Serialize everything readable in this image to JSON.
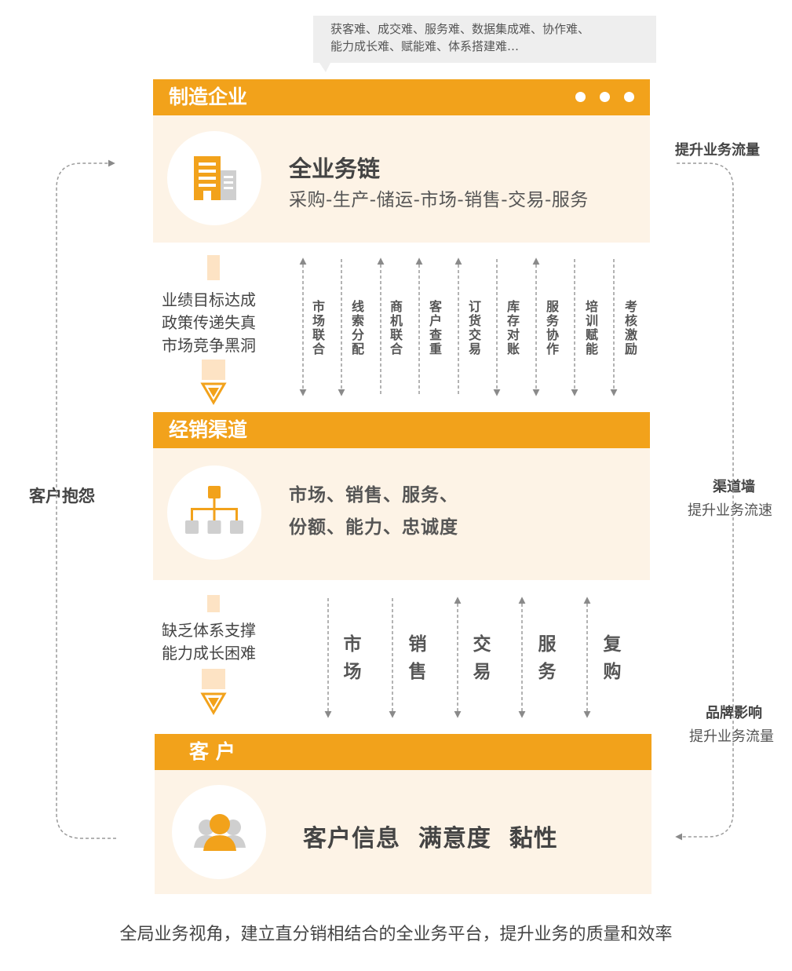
{
  "bubble": {
    "line1": "获客难、成交难、服务难、数据集成难、协作难、",
    "line2": "能力成长难、赋能难、体系搭建难…"
  },
  "manufacturer": {
    "header": "制造企业",
    "title": "全业务链",
    "subtitle": "采购-生产-储运-市场-销售-交易-服务",
    "icon": "building-icon"
  },
  "upper_link": {
    "problems": [
      "业绩目标达成",
      "政策传递失真",
      "市场竞争黑洞"
    ],
    "flows": [
      {
        "label": "市场联合",
        "direction": "both"
      },
      {
        "label": "线索分配",
        "direction": "down"
      },
      {
        "label": "商机联合",
        "direction": "up"
      },
      {
        "label": "客户查重",
        "direction": "up"
      },
      {
        "label": "订货交易",
        "direction": "up"
      },
      {
        "label": "库存对账",
        "direction": "down"
      },
      {
        "label": "服务协作",
        "direction": "both"
      },
      {
        "label": "培训赋能",
        "direction": "down"
      },
      {
        "label": "考核激励",
        "direction": "down"
      }
    ]
  },
  "channel": {
    "header": "经销渠道",
    "line1": "市场、销售、服务、",
    "line2": "份额、能力、忠诚度",
    "icon": "org-chart-icon"
  },
  "lower_link": {
    "problems": [
      "缺乏体系支撑",
      "能力成长困难"
    ],
    "flows": [
      {
        "label": "市场",
        "direction": "down"
      },
      {
        "label": "销售",
        "direction": "down"
      },
      {
        "label": "交易",
        "direction": "both"
      },
      {
        "label": "服务",
        "direction": "both"
      },
      {
        "label": "复购",
        "direction": "both"
      }
    ]
  },
  "customer": {
    "header": "客 户",
    "text": "客户信息  满意度  黏性",
    "icon": "users-icon"
  },
  "left_loop": {
    "label": "客户抱怨"
  },
  "right_loop": {
    "top": "提升业务流量",
    "mid_bold": "渠道墙",
    "mid_norm": "提升业务流速",
    "low_bold": "品牌影响",
    "low_norm": "提升业务流量"
  },
  "footer": "全局业务视角，建立直分销相结合的全业务平台，提升业务的质量和效率",
  "colors": {
    "accent": "#f2a21b",
    "panel": "#fdf3e6",
    "bubble": "#eeeeee",
    "text": "#444444"
  }
}
